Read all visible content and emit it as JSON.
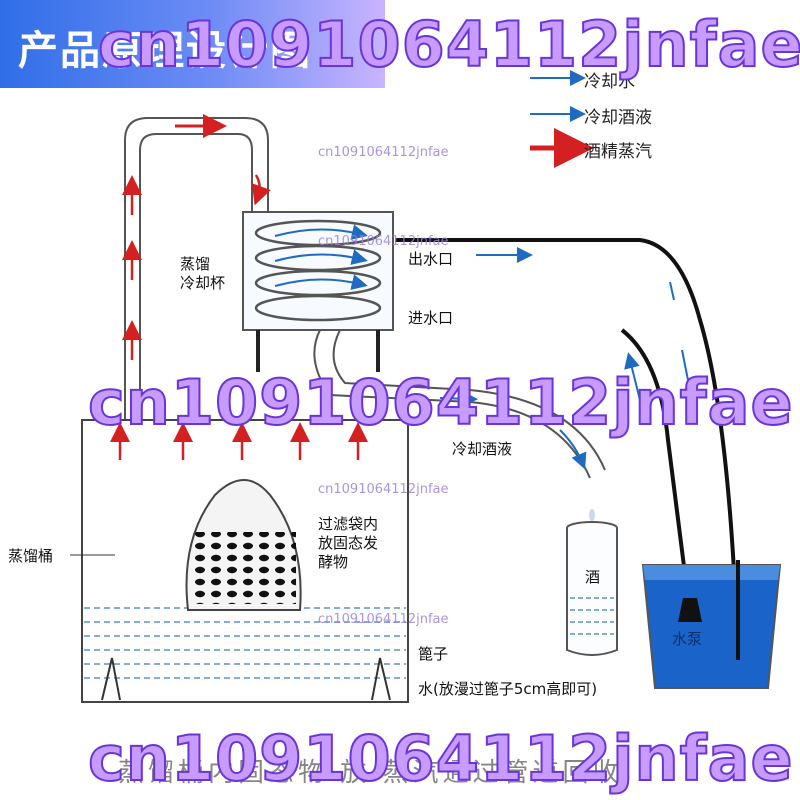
{
  "header": {
    "title": "产品原理设计图"
  },
  "watermarks": {
    "big_text": "cn1091064112jnfae",
    "small_text": "cn1091064112jnfae"
  },
  "legend": [
    {
      "label": "冷却水",
      "color": "#1e6bbf"
    },
    {
      "label": "冷却酒液",
      "color": "#1e6bbf"
    },
    {
      "label": "酒精蒸汽",
      "color": "#d42020"
    }
  ],
  "labels": {
    "condenser": "蒸馏\n冷却杯",
    "water_out": "出水口",
    "water_in": "进水口",
    "cooled_liquid": "冷却酒液",
    "filter_bag": "过滤袋内\n放固态发\n酵物",
    "still_bucket": "蒸馏桶",
    "grate": "篦子",
    "water_note": "水(放漫过篦子5cm高即可)",
    "wine_cup": "酒",
    "pump": "水泵"
  },
  "footer": {
    "text": "蒸馏桶内固态物 放 蒸汽通过管道回收"
  },
  "colors": {
    "steam": "#d42020",
    "water": "#1e6bbf",
    "tank_water": "#1560c8"
  }
}
